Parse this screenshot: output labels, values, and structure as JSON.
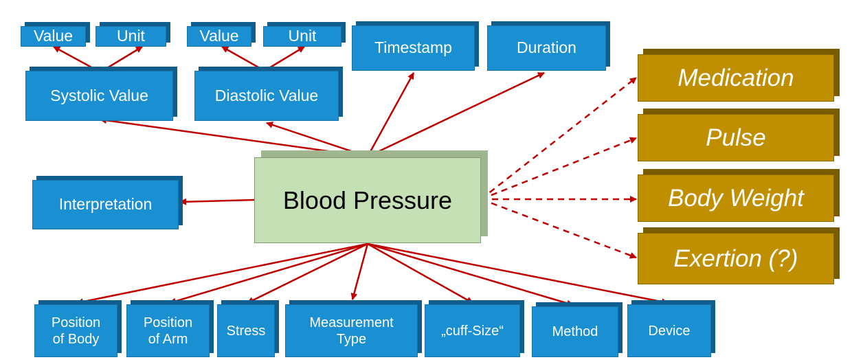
{
  "center": {
    "label": "Blood Pressure"
  },
  "systolic": {
    "label": "Systolic Value",
    "value": "Value",
    "unit": "Unit"
  },
  "diastolic": {
    "label": "Diastolic Value",
    "value": "Value",
    "unit": "Unit"
  },
  "timestamp": "Timestamp",
  "duration": "Duration",
  "interpretation": "Interpretation",
  "related": {
    "medication": "Medication",
    "pulse": "Pulse",
    "body_weight": "Body Weight",
    "exertion": "Exertion (?)"
  },
  "context": {
    "position_body": [
      "Position",
      "of Body"
    ],
    "position_arm": [
      "Position",
      "of Arm"
    ],
    "stress": "Stress",
    "measurement_type": [
      "Measurement",
      "Type"
    ],
    "cuff_size": "„cuff-Size“",
    "method": "Method",
    "device": "Device"
  },
  "colors": {
    "blue_box": "#1a8fd1",
    "gold_box": "#bf8f00",
    "green_box": "#c5e0b4",
    "arrow": "#c00000"
  }
}
